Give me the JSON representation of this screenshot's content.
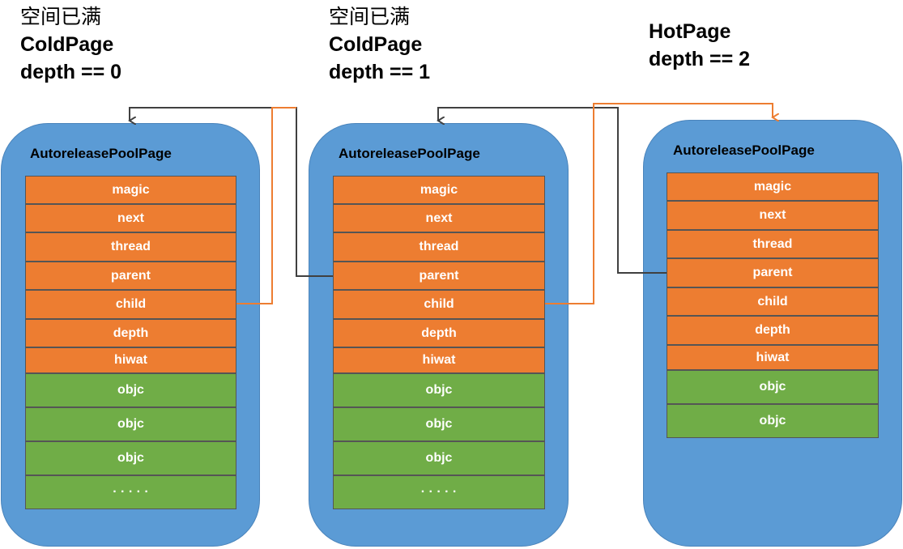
{
  "pages": [
    {
      "status": "空间已满",
      "type": "ColdPage",
      "depth": "depth == 0",
      "title": "AutoreleasePoolPage",
      "fields": [
        "magic",
        "next",
        "thread",
        "parent",
        "child",
        "depth",
        "hiwat"
      ],
      "objects": [
        "objc",
        "objc",
        "objc",
        "· · · · ·"
      ]
    },
    {
      "status": "空间已满",
      "type": "ColdPage",
      "depth": "depth == 1",
      "title": "AutoreleasePoolPage",
      "fields": [
        "magic",
        "next",
        "thread",
        "parent",
        "child",
        "depth",
        "hiwat"
      ],
      "objects": [
        "objc",
        "objc",
        "objc",
        "· · · · ·"
      ]
    },
    {
      "type": "HotPage",
      "depth": "depth == 2",
      "title": "AutoreleasePoolPage",
      "fields": [
        "magic",
        "next",
        "thread",
        "parent",
        "child",
        "depth",
        "hiwat"
      ],
      "objects": [
        "objc",
        "objc"
      ]
    }
  ],
  "colors": {
    "page_fill": "#5b9bd5",
    "field_fill": "#ed7d31",
    "object_fill": "#70ad47",
    "parent_link": "#404040",
    "child_link": "#ed7d31"
  }
}
